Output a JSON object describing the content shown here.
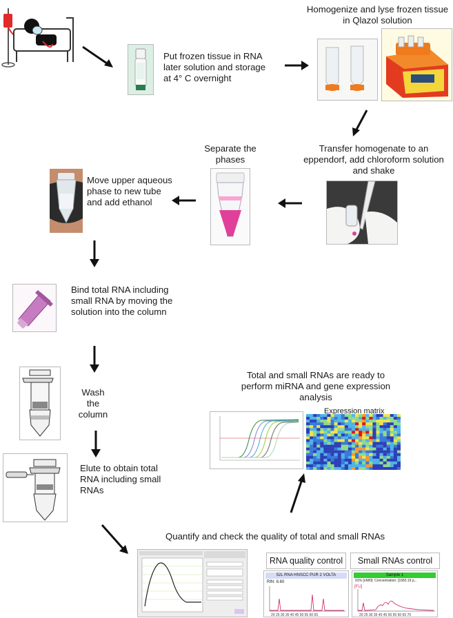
{
  "steps": {
    "put_frozen": "Put frozen tissue in RNA later solution and storage at 4° C overnight",
    "homogenize": "Homogenize and lyse frozen tissue in Qlazol solution",
    "transfer": "Transfer homogenate to an eppendorf, add chloroform solution and shake",
    "separate": "Separate the phases",
    "move_upper": "Move upper aqueous phase to new tube and add ethanol",
    "bind": "Bind total RNA including small RNA by moving the solution into the column",
    "wash": "Wash the column",
    "elute": "Elute to obtain total RNA including small RNAs",
    "quantify": "Quantify and check the quality of total and small RNAs",
    "ready": "Total and small RNAs are ready to perform miRNA and gene expression analysis"
  },
  "labels": {
    "expression_matrix": "Expression matrix",
    "rna_quality": "RNA quality control",
    "small_rnas": "Small RNAs control"
  },
  "bioanalyzer": {
    "rna_header": "52L RNA HNSCC PUR 2 VOLTA",
    "rin": "RIN: 8.60",
    "small_header": "Sample 1",
    "small_sub": "91% [nM/0]: Concentration: [1683.19 p...",
    "fu_label": "[FU]"
  },
  "colors": {
    "pink": "#e0409a",
    "arrow": "#111111",
    "accent_green": "#33cc33",
    "header_blue": "#d6dcf5",
    "heat_red": "#d7191c",
    "heat_blue": "#2c3fb6"
  }
}
